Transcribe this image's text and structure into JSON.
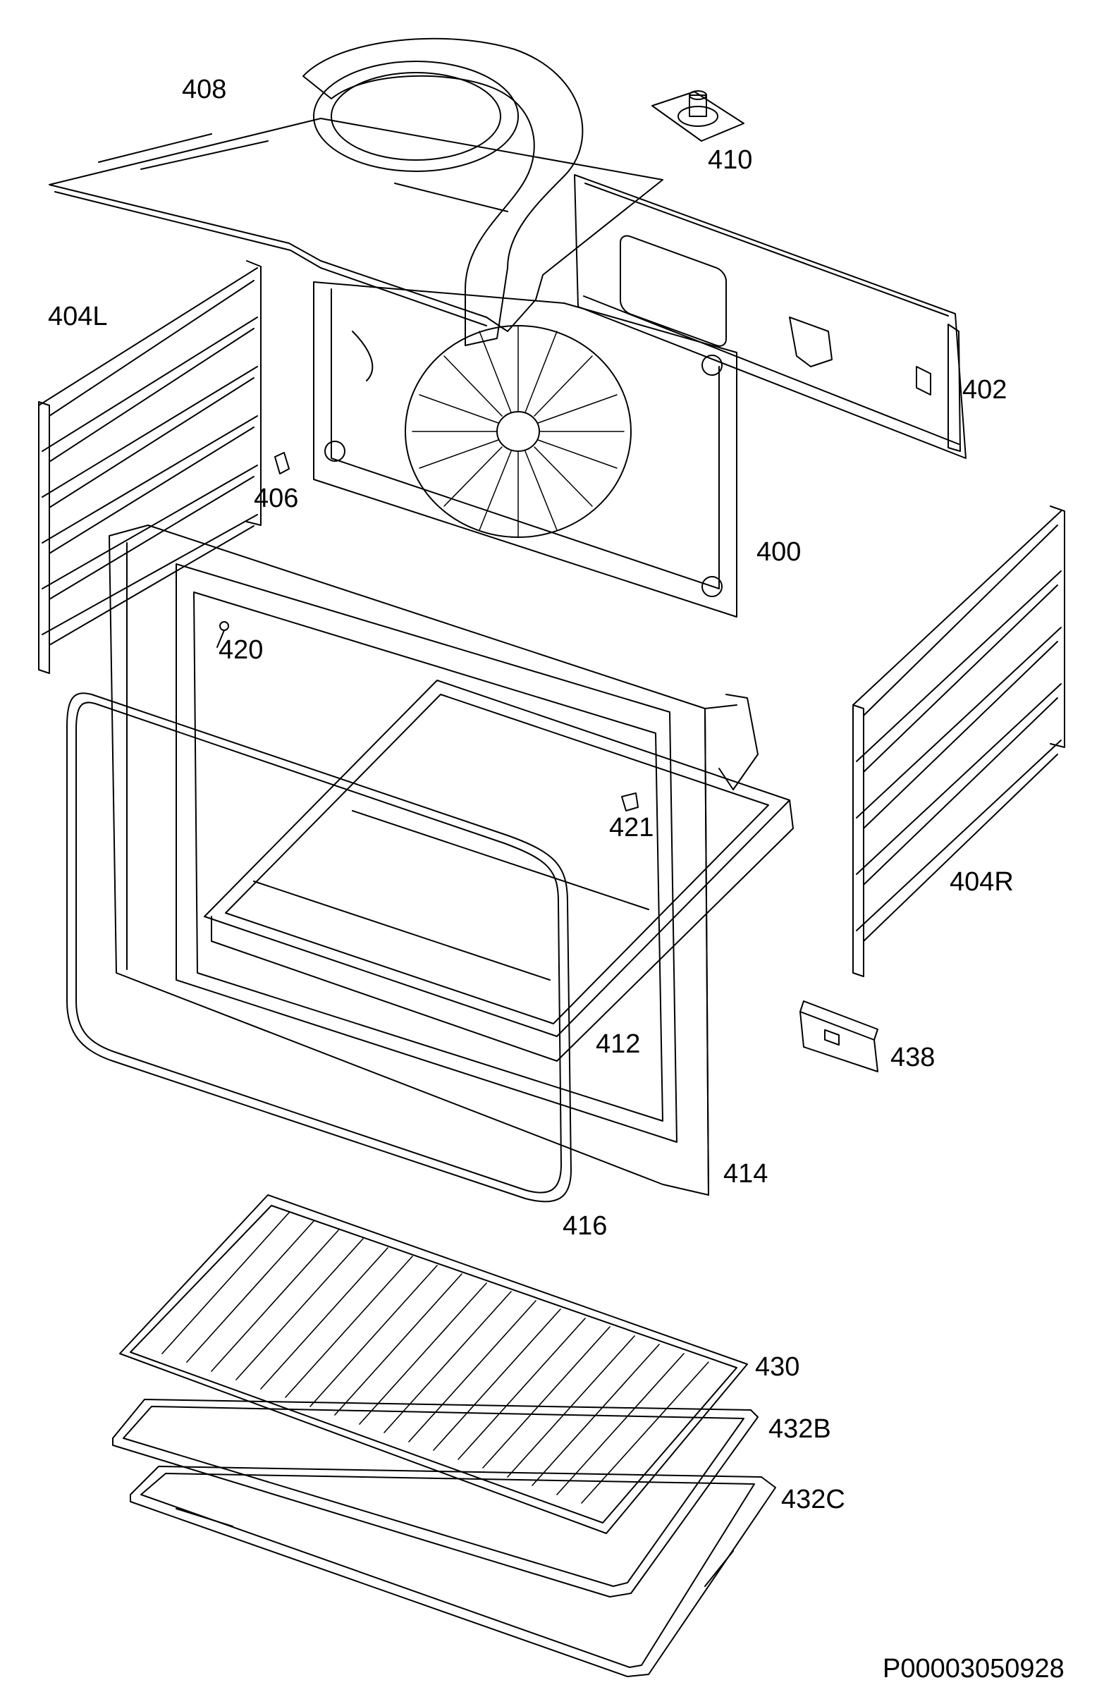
{
  "document": {
    "id": "P00003050928"
  },
  "parts": [
    {
      "key": "p408",
      "label": "408"
    },
    {
      "key": "p410",
      "label": "410"
    },
    {
      "key": "p404L",
      "label": "404L"
    },
    {
      "key": "p402",
      "label": "402"
    },
    {
      "key": "p406",
      "label": "406"
    },
    {
      "key": "p400",
      "label": "400"
    },
    {
      "key": "p420",
      "label": "420"
    },
    {
      "key": "p421",
      "label": "421"
    },
    {
      "key": "p404R",
      "label": "404R"
    },
    {
      "key": "p412",
      "label": "412"
    },
    {
      "key": "p438",
      "label": "438"
    },
    {
      "key": "p414",
      "label": "414"
    },
    {
      "key": "p416",
      "label": "416"
    },
    {
      "key": "p430",
      "label": "430"
    },
    {
      "key": "p432B",
      "label": "432B"
    },
    {
      "key": "p432C",
      "label": "432C"
    }
  ],
  "colors": {
    "line": "#000000",
    "background": "#ffffff"
  }
}
